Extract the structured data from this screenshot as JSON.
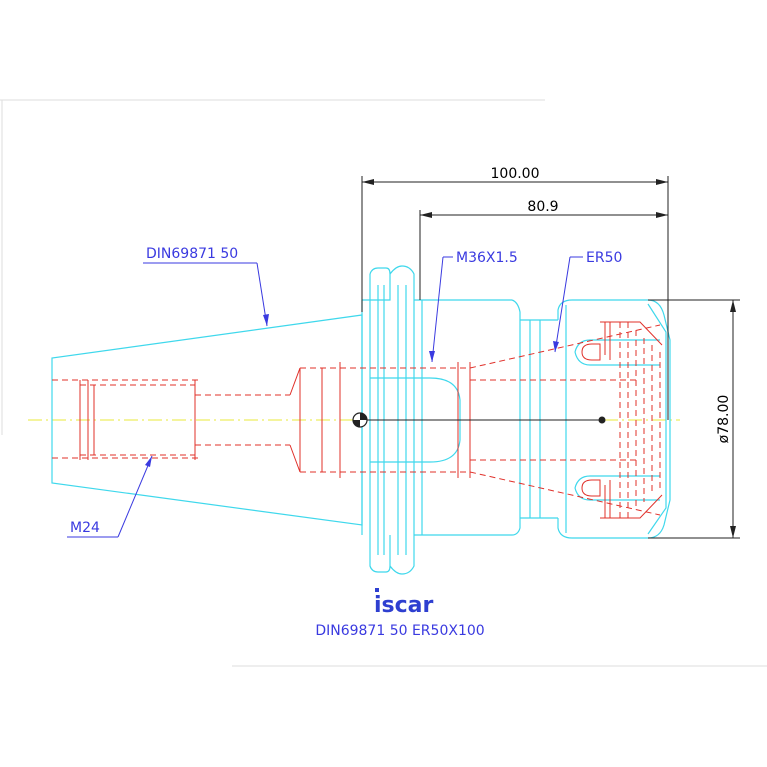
{
  "dimensions": {
    "overall_length": "100.00",
    "collet_length": "80.9",
    "diameter": "ø78.00"
  },
  "callouts": {
    "taper": "DIN69871 50",
    "thread_internal": "M36X1.5",
    "collet": "ER50",
    "thread_rear": "M24"
  },
  "title_block": {
    "logo": "iscar",
    "part_name": "DIN69871 50 ER50X100"
  },
  "colors": {
    "outline": "#3fd8ec",
    "hidden_lines": "#e0302a",
    "dimension_lines": "#222222",
    "leaders": "#3a3ae0",
    "axis": "#e8e83a"
  }
}
